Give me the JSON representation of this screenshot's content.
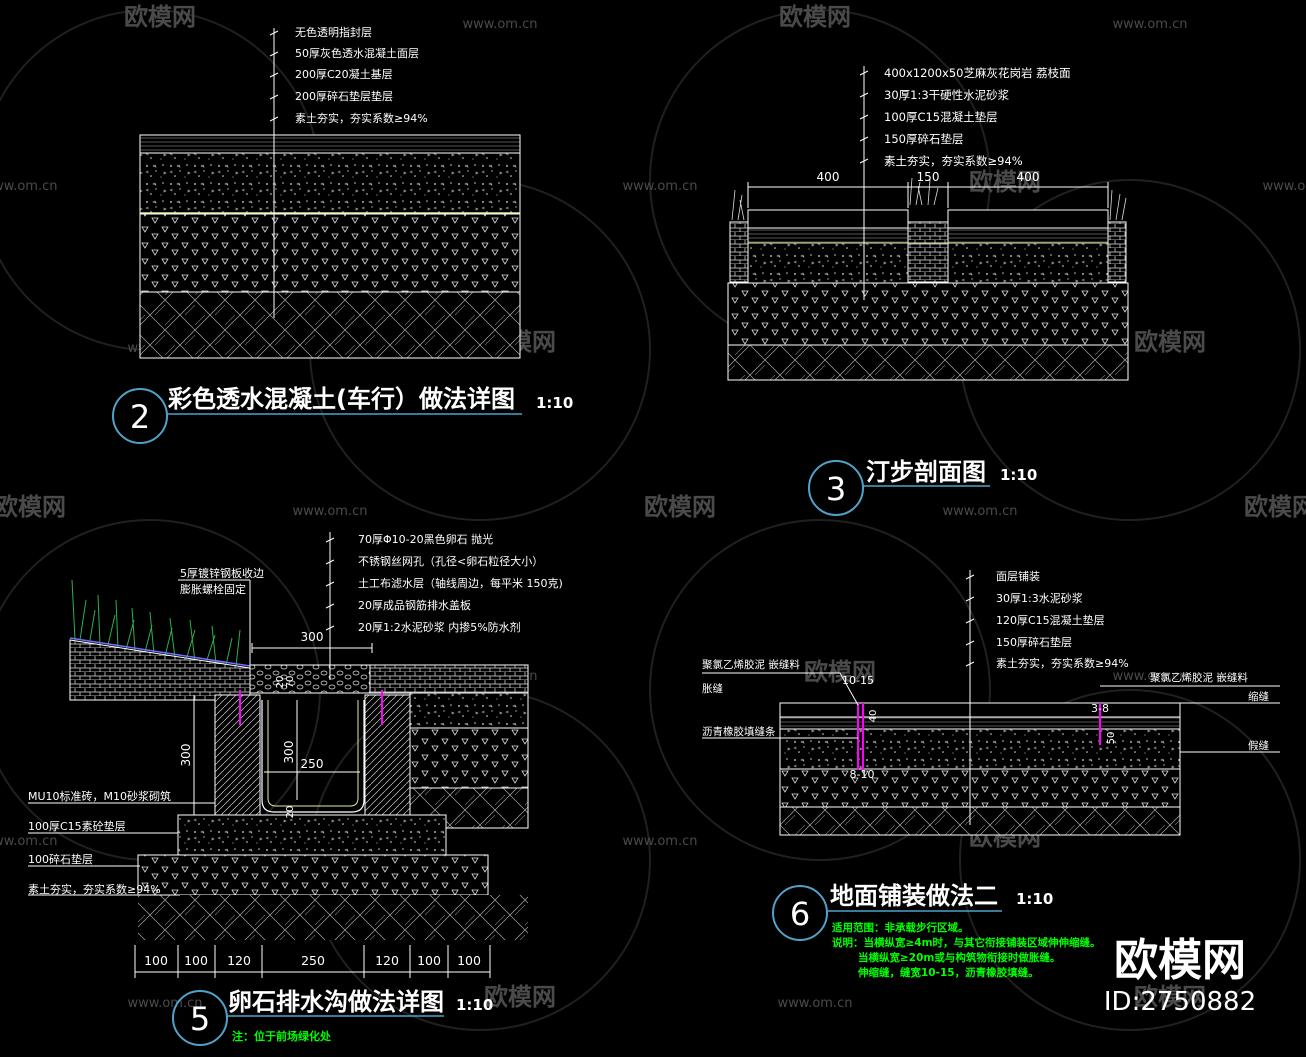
{
  "colors": {
    "background": "#000000",
    "line": "#ffffff",
    "leader": "#ffffff",
    "title": "#ffffff",
    "circle": "#4fa3c8",
    "note": "#00ff00",
    "grass": "#2db04a",
    "joint": "#ff00ff",
    "dim_text": "#ffffff",
    "concrete_edge": "#e8e8a0"
  },
  "watermarks": {
    "brand": "欧模网",
    "url": "www.om.cn",
    "corner_brand": "欧模网",
    "corner_id": "ID:2750882"
  },
  "detail2": {
    "number": "2",
    "title": "彩色透水混凝土(车行）做法详图",
    "scale": "1:10",
    "labels": [
      "无色透明指封层",
      "50厚灰色透水混凝土面层",
      "200厚C20凝土基层",
      "200厚碎石垫层垫层",
      "素土夯实，夯实系数≥94%"
    ]
  },
  "detail3": {
    "number": "3",
    "title": "汀步剖面图",
    "scale": "1:10",
    "labels": [
      "400x1200x50芝麻灰花岗岩   荔枝面",
      "30厚1:3干硬性水泥砂浆",
      "100厚C15混凝土垫层",
      "150厚碎石垫层",
      "素土夯实，夯实系数≥94%"
    ],
    "dims": [
      "400",
      "150",
      "400"
    ]
  },
  "detail5": {
    "number": "5",
    "title": "卵石排水沟做法详图",
    "scale": "1:10",
    "note": "注：位于前场绿化处",
    "labels_right": [
      "70厚Φ10-20黑色卵石   抛光",
      "不锈钢丝网孔（孔径<卵石粒径大小）",
      "土工布滤水层（轴线周边，每平米 150克)",
      "20厚成品钢筋排水盖板",
      "20厚1:2水泥砂浆   内掺5%防水剂"
    ],
    "labels_left": [
      "5厚镀锌钢板收边",
      "膨胀螺栓固定",
      "MU10标准砖，M10砂浆砌筑",
      "100厚C15素砼垫层",
      "100碎石垫层",
      "素土夯实，夯实系数≥94%"
    ],
    "dims_bottom": [
      "100",
      "100",
      "120",
      "250",
      "120",
      "100",
      "100"
    ],
    "dims_inner": [
      "300",
      "250",
      "300",
      "20",
      "70",
      "20"
    ]
  },
  "detail6": {
    "number": "6",
    "title": "地面铺装做法二",
    "scale": "1:10",
    "labels": [
      "面层铺装",
      "30厚1:3水泥砂浆",
      "120厚C15混凝土垫层",
      "150厚碎石垫层",
      "素土夯实，夯实系数≥94%"
    ],
    "side_labels_left": [
      "聚氯乙烯胶泥   嵌缝料",
      "胀缝",
      "沥青橡胶填缝条"
    ],
    "side_labels_right": [
      "聚氯乙烯胶泥   嵌缝料",
      "缩缝",
      "假缝"
    ],
    "dims": [
      "10-15",
      "40",
      "3-8",
      "50",
      "8-10"
    ],
    "notes": [
      "适用范围：非承载步行区域。",
      "说明：当横纵宽≥4m时，与其它衔接铺装区域伸伸缩缝。",
      "当横纵宽≥20m或与构筑物衔接时做胀缝。",
      "伸缩缝，缝宽10-15，沥青橡胶填缝。"
    ]
  }
}
